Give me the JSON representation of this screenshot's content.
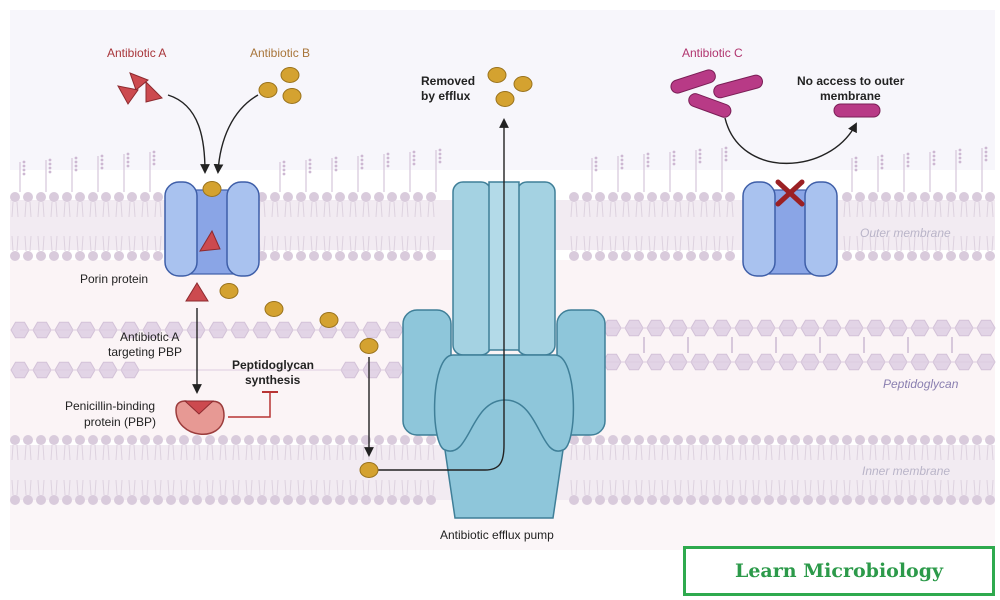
{
  "labels": {
    "antibiotic_a": "Antibiotic A",
    "antibiotic_b": "Antibiotic B",
    "antibiotic_c": "Antibiotic C",
    "removed_line1": "Removed",
    "removed_line2": "by efflux",
    "no_access_line1": "No access to outer",
    "no_access_line2": "membrane",
    "porin_protein": "Porin protein",
    "targeting_line1": "Antibiotic A",
    "targeting_line2": "targeting PBP",
    "peptidoglycan_synthesis_line1": "Peptidoglycan",
    "peptidoglycan_synthesis_line2": "synthesis",
    "pbp_line1": "Penicillin-binding",
    "pbp_line2": "protein (PBP)",
    "outer_membrane": "Outer membrane",
    "peptidoglycan": "Peptidoglycan",
    "inner_membrane": "Inner membrane",
    "efflux_pump": "Antibiotic efflux pump"
  },
  "watermark": "Learn Microbiology",
  "colors": {
    "antibiotic_a": "#cc4a4f",
    "antibiotic_b": "#d4a230",
    "antibiotic_c": "#b83a86",
    "porin": "#a9c2ef",
    "porin_core": "#8aa5e6",
    "pump": "#8ec6da",
    "pbp": "#e79994",
    "membrane_head": "#d9cbdc",
    "peptidoglycan_hex": "#e2d4e6",
    "block_mark": "#9b2024"
  }
}
